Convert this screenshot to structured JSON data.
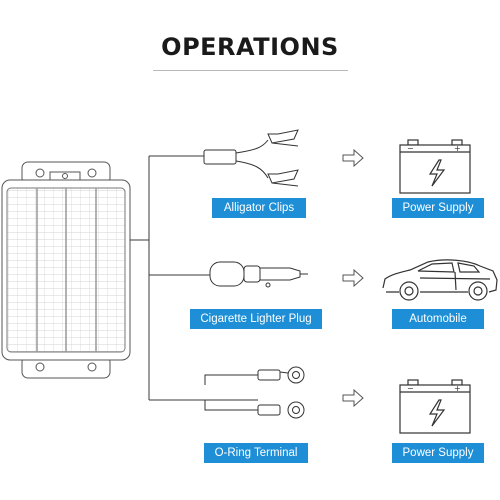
{
  "header": {
    "title": "OPERATIONS"
  },
  "rows": [
    {
      "accessory": "Alligator Clips",
      "target": "Power Supply",
      "target_icon": "battery-icon"
    },
    {
      "accessory": "Cigarette Lighter Plug",
      "target": "Automobile",
      "target_icon": "car-icon"
    },
    {
      "accessory": "O-Ring Terminal",
      "target": "Power Supply",
      "target_icon": "battery-icon"
    }
  ],
  "colors": {
    "label_bg": "#1e8fd6",
    "line": "#3a3a3a",
    "title": "#1a1a1a"
  }
}
